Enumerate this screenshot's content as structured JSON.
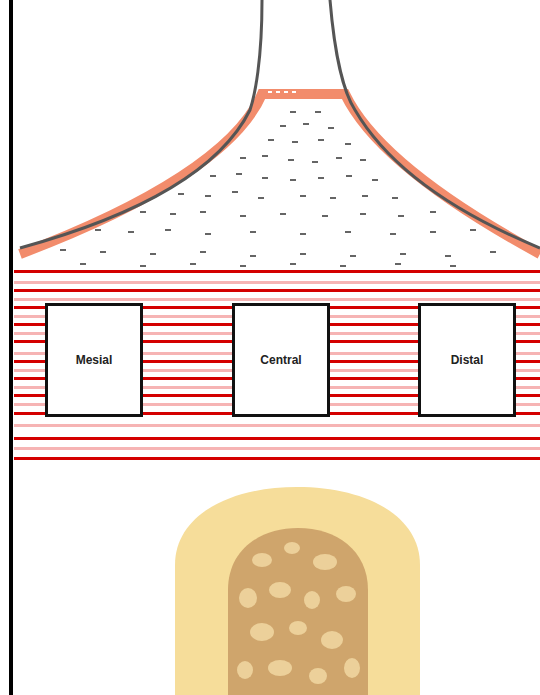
{
  "diagram": {
    "nodes": [
      {
        "text": [
          "Mesial"
        ]
      },
      {
        "text": [
          "Central"
        ]
      },
      {
        "text": [
          "Distal"
        ]
      }
    ]
  }
}
